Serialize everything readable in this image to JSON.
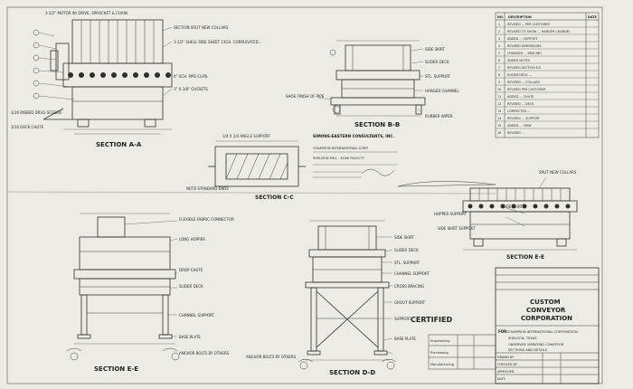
{
  "section_aa": {
    "title": "SECTION A-A",
    "callouts": [
      "3-1/2\" MOTOR W/ DRIVE, SPROCKET & CHAIN",
      "SECTION SPLIT NEW COLLARS",
      "3-1/2\" SHELL SIDE SHEET 13GA. CORRUGATED...",
      "4\" SCH. PIPE CLIPS",
      "1\" X 3/8\" GUSSETS",
      "3/16 RIBBED DRUG SCREEN",
      "3/16 DECK CHUTE"
    ]
  },
  "section_bb": {
    "title": "SECTION B-B",
    "callouts": [
      "SIDE SKIRT",
      "SLIDER DECK",
      "STL. SUPPORT",
      "HANGER CHANNEL",
      "RUBBER WIPER",
      "SHOE FINISH OF PIPE"
    ]
  },
  "section_cc": {
    "title": "SECTION C-C",
    "callouts": [
      "1/4 X 1/4 ANGLE SUPPORT",
      "NOTE STANDARD ENDS"
    ]
  },
  "section_dd": {
    "title": "SECTION D-D",
    "callouts": [
      "SIDE SKIRT",
      "SLIDER DECK",
      "STL. SUPPORT",
      "CHANNEL SUPPORT",
      "CROSS BRACING",
      "GROUT SUPPORT",
      "SUPPORT",
      "BASE PLATE",
      "ANCHOR BOLTS BY OTHERS"
    ]
  },
  "section_ee_left": {
    "title": "SECTION E-E",
    "callouts": [
      "FLEXIBLE FABRIC CONNECTOR",
      "LONG HOPPER",
      "DROP CHUTE",
      "SLIDER DECK",
      "CHANNEL SUPPORT",
      "BASE PLATE",
      "ANCHOR BOLTS BY OTHERS"
    ]
  },
  "section_ee_right": {
    "title": "SECTION E-E",
    "callouts": [
      "SPLIT NEW COLLARS",
      "SIDE SKIRT",
      "HOPPER SUPPORT",
      "SIDE SKIRT SUPPORT"
    ]
  },
  "stamp_consultant": {
    "name": "SIMONS-EASTERN CONSULTANTS, INC.",
    "lines": [
      "CHAMPION INTERNATIONAL CORP.",
      "SHELDON MILL - SOAK FACILITY"
    ]
  },
  "certified": "CERTIFIED",
  "certification_table": {
    "rows": [
      "Engineering",
      "Purchasing",
      "Manufacturing"
    ]
  },
  "revisions": {
    "header": [
      "NO.",
      "DESCRIPTION",
      "DATE"
    ],
    "rows": [
      {
        "no": "1",
        "desc": "REVISED ... PER CUSTOMER",
        "date": ""
      },
      {
        "no": "2",
        "desc": "REVISED TO SHOW ... HANGER CHANNEL",
        "date": ""
      },
      {
        "no": "3",
        "desc": "ADDED ... SUPPORT",
        "date": ""
      },
      {
        "no": "4",
        "desc": "REVISED DIMENSIONS",
        "date": ""
      },
      {
        "no": "5",
        "desc": "CHANGED ... BRACING",
        "date": ""
      },
      {
        "no": "6",
        "desc": "ADDED NOTES",
        "date": ""
      },
      {
        "no": "7",
        "desc": "REVISED SECTION E-E",
        "date": ""
      },
      {
        "no": "8",
        "desc": "SLIDER DECK ...",
        "date": ""
      },
      {
        "no": "9",
        "desc": "REVISED ... COLLARS",
        "date": ""
      },
      {
        "no": "10",
        "desc": "REVISED PER CUSTOMER",
        "date": ""
      },
      {
        "no": "11",
        "desc": "ADDED ... CHUTE",
        "date": ""
      },
      {
        "no": "12",
        "desc": "REVISED ... DECK",
        "date": ""
      },
      {
        "no": "13",
        "desc": "CORRECTED ...",
        "date": ""
      },
      {
        "no": "14",
        "desc": "REVISED ... SUPPORT",
        "date": ""
      },
      {
        "no": "15",
        "desc": "ADDED ... VIEW",
        "date": ""
      },
      {
        "no": "16",
        "desc": "REVISED ...",
        "date": ""
      }
    ]
  },
  "title_block": {
    "company_1": "CUSTOM",
    "company_2": "CONVEYOR",
    "company_3": "CORPORATION",
    "for_label": "FOR:",
    "customer": "CHAMPION INTERNATIONAL CORPORATION",
    "location": "SHELDON, TEXAS",
    "drawing_title_1": "OBSERVED VIBRATING CONVEYOR",
    "drawing_title_2": "SECTIONS AND DETAILS",
    "rows": [
      {
        "label": "DRAWN BY",
        "value": ""
      },
      {
        "label": "CHECKED BY",
        "value": ""
      },
      {
        "label": "APPROVED",
        "value": ""
      },
      {
        "label": "DATE",
        "value": ""
      }
    ]
  }
}
